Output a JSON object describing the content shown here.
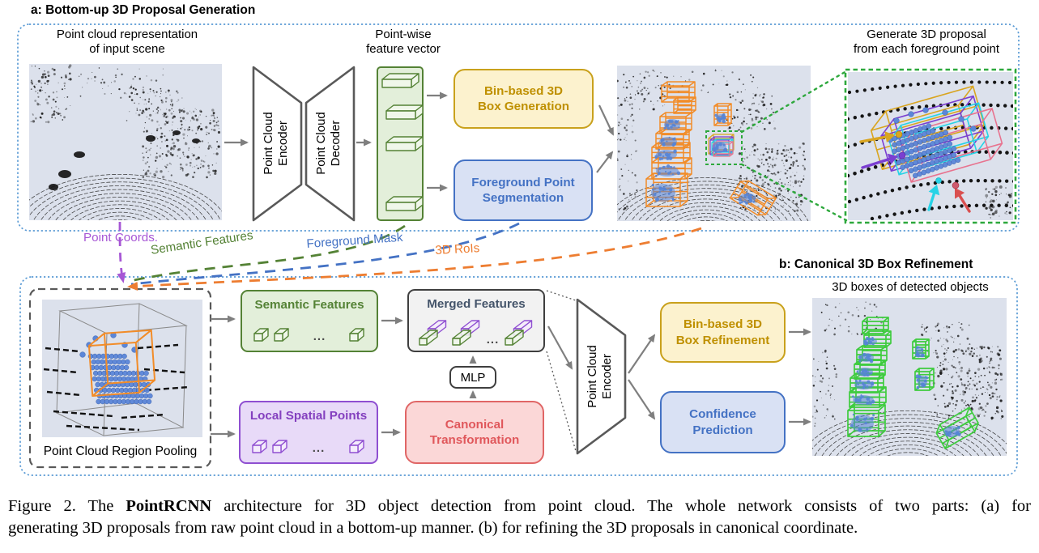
{
  "colors": {
    "part_border": "#5B9BD5",
    "arrow_gray": "#7F7F7F",
    "shape_stroke": "#595959",
    "yellow_fill": "#FCF2CE",
    "yellow_border": "#C9A11C",
    "yellow_text": "#BF9000",
    "blue_fill": "#D9E1F4",
    "blue_border": "#4472C4",
    "blue_text": "#4472C4",
    "green_fill": "#E3EFDA",
    "green_border": "#548235",
    "green_text": "#548235",
    "purple_fill": "#E8DAF8",
    "purple_border": "#8F4FD1",
    "purple_text": "#8440BF",
    "red_fill": "#FBD7D7",
    "red_border": "#E06666",
    "red_text": "#E0575B",
    "merged_fill": "#F2F2F2",
    "merged_border": "#3F3F3F",
    "merged_text": "#44546A",
    "point_coords_color": "#A757D5",
    "semantic_color": "#548235",
    "mask_color": "#4472C4",
    "rois_color": "#ED7D31",
    "scene_bg": "#DCE1EC",
    "zoom_green": "#2DA83C",
    "proposal_orange": "#F28C28",
    "detection_green": "#3ECC3E",
    "point_blue": "#5584D6"
  },
  "part_a": {
    "heading": "a: Bottom-up 3D Proposal Generation",
    "input_label_line1": "Point cloud representation",
    "input_label_line2": "of input scene",
    "encoder_line1": "Point Cloud",
    "encoder_line2": "Encoder",
    "decoder_line1": "Point Cloud",
    "decoder_line2": "Decoder",
    "feature_label_line1": "Point-wise",
    "feature_label_line2": "feature vector",
    "box_generation_line1": "Bin-based 3D",
    "box_generation_line2": "Box Generation",
    "segmentation_line1": "Foreground Point",
    "segmentation_line2": "Segmentation",
    "zoom_label_line1": "Generate 3D proposal",
    "zoom_label_line2": "from each foreground point"
  },
  "connections": {
    "point_coords": "Point Coords.",
    "semantic_features": "Semantic Features",
    "foreground_mask": "Foreground Mask",
    "rois": "3D RoIs"
  },
  "part_b": {
    "heading": "b: Canonical 3D Box Refinement",
    "region_pooling_label": "Point Cloud Region Pooling",
    "semantic_features_title": "Semantic Features",
    "local_spatial_title": "Local Spatial Points",
    "merged_features_title": "Merged Features",
    "mlp_label": "MLP",
    "canonical_line1": "Canonical",
    "canonical_line2": "Transformation",
    "encoder_line1": "Point Cloud",
    "encoder_line2": "Encoder",
    "refinement_line1": "Bin-based 3D",
    "refinement_line2": "Box Refinement",
    "confidence_line1": "Confidence",
    "confidence_line2": "Prediction",
    "result_label": "3D boxes of detected objects",
    "ellipsis": "..."
  },
  "caption": {
    "prefix": "Figure 2. The ",
    "bold": "PointRCNN",
    "line1_rest": " architecture for 3D object detection from point cloud.  The whole network consists of two parts:  (a) for",
    "line2": "generating 3D proposals from raw point cloud in a bottom-up manner. (b) for refining the 3D proposals in canonical coordinate."
  }
}
